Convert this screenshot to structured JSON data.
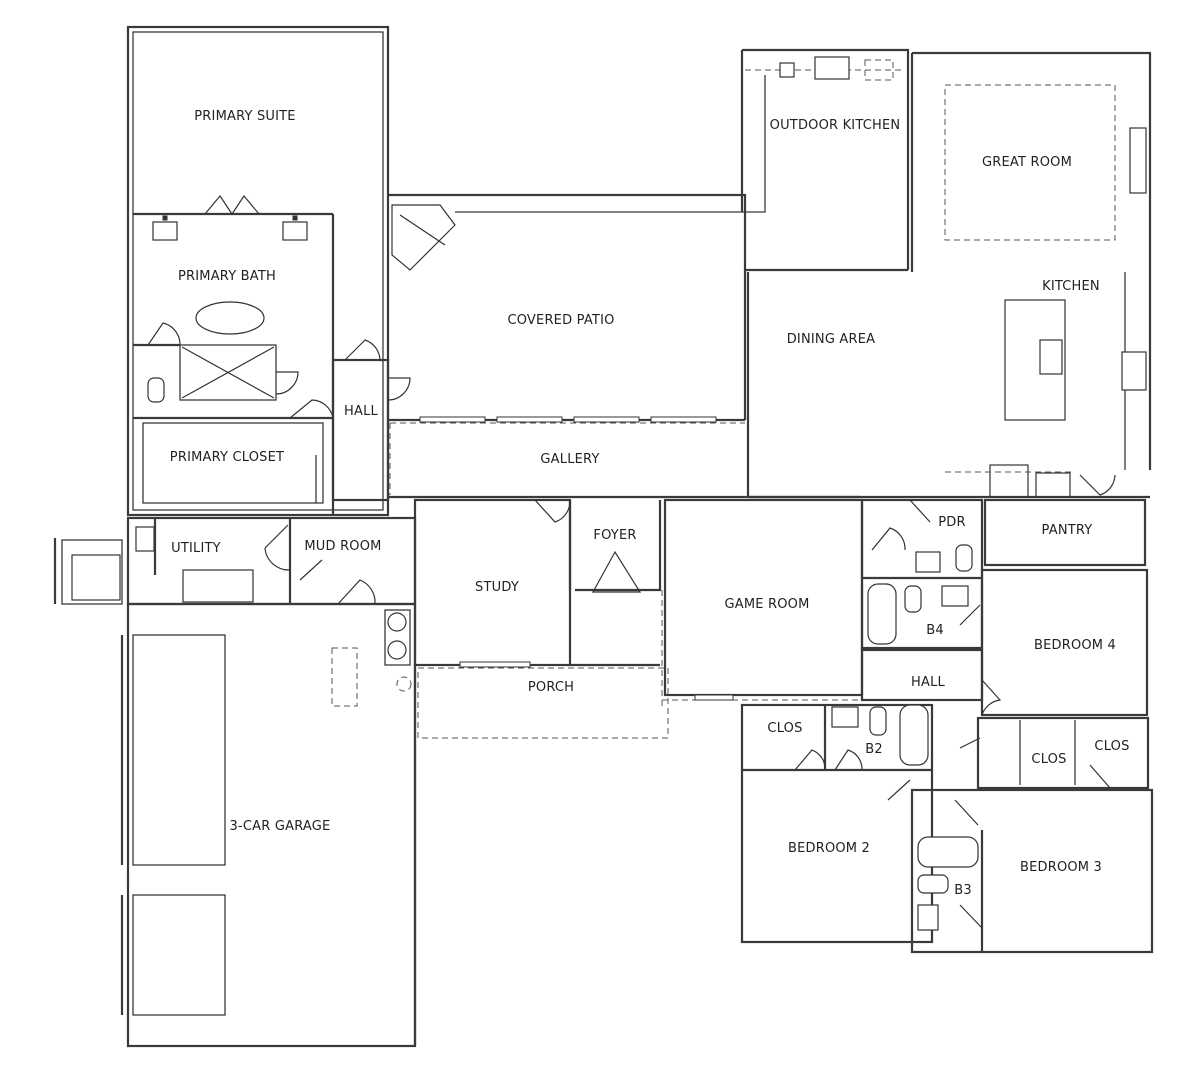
{
  "rooms": {
    "primary_suite": "PRIMARY SUITE",
    "primary_bath": "PRIMARY BATH",
    "primary_closet": "PRIMARY CLOSET",
    "hall_west": "HALL",
    "utility": "UTILITY",
    "mud_room": "MUD ROOM",
    "covered_patio": "COVERED PATIO",
    "gallery": "GALLERY",
    "outdoor_kitchen": "OUTDOOR KITCHEN",
    "great_room": "GREAT ROOM",
    "kitchen": "KITCHEN",
    "dining_area": "DINING AREA",
    "pdr": "PDR",
    "pantry": "PANTRY",
    "study": "STUDY",
    "foyer": "FOYER",
    "porch": "PORCH",
    "game_room": "GAME ROOM",
    "b4": "B4",
    "bedroom_4": "BEDROOM 4",
    "hall_east": "HALL",
    "clos_b2": "CLOS",
    "b2": "B2",
    "clos_mid": "CLOS",
    "clos_right": "CLOS",
    "bedroom_2": "BEDROOM 2",
    "bedroom_3": "BEDROOM 3",
    "b3": "B3",
    "garage": "3-CAR GARAGE"
  },
  "colors": {
    "wall": "#3a3a3a",
    "background": "#ffffff"
  }
}
